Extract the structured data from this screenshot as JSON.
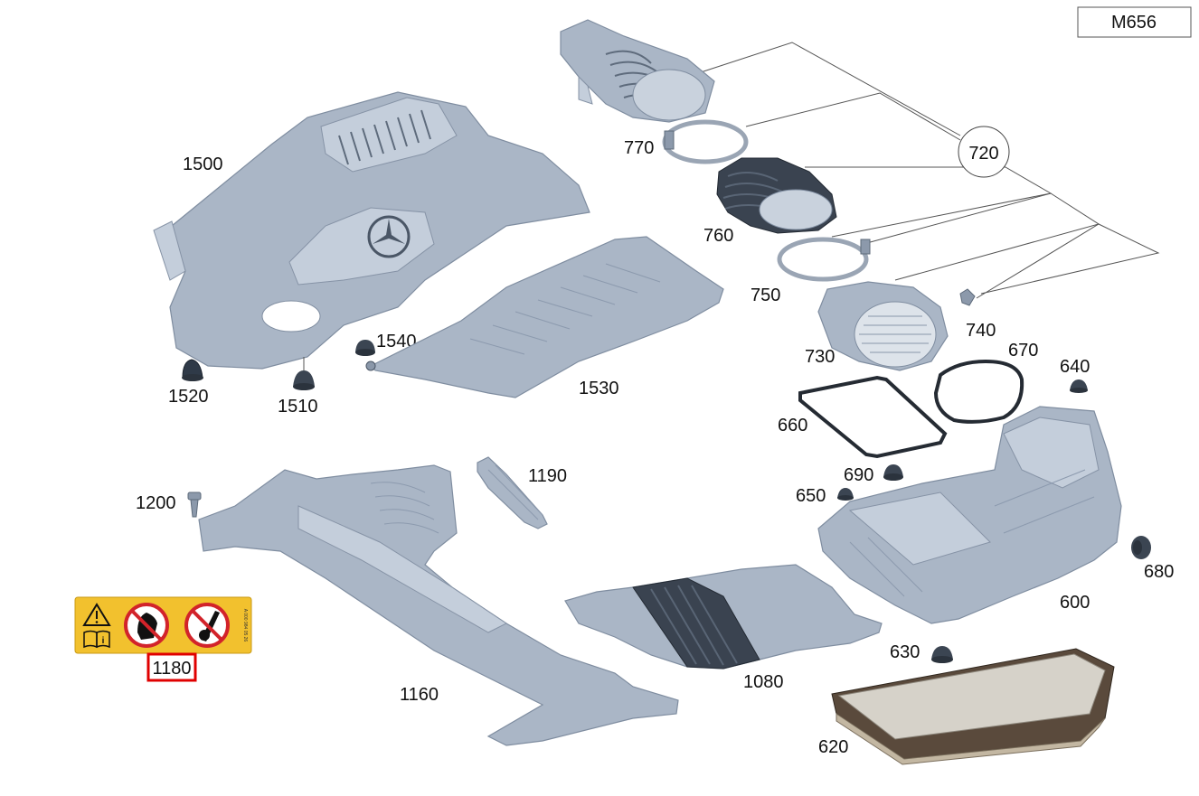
{
  "model_box": {
    "text": "M656"
  },
  "group_label": "720",
  "part_labels": {
    "p1500": "1500",
    "p1520": "1520",
    "p1510": "1510",
    "p1540": "1540",
    "p1530": "1530",
    "p770": "770",
    "p760": "760",
    "p750": "750",
    "p740": "740",
    "p730": "730",
    "p670": "670",
    "p640": "640",
    "p660": "660",
    "p690": "690",
    "p650": "650",
    "p680": "680",
    "p600": "600",
    "p630": "630",
    "p620": "620",
    "p1200": "1200",
    "p1190": "1190",
    "p1160": "1160",
    "p1080": "1080",
    "p1180": "1180"
  },
  "highlight": {
    "label": "1180",
    "color": "#e00000"
  },
  "colors": {
    "part_fill": "#aab6c6",
    "warning_label": "#f2c12e",
    "prohibit_red": "#d2232a"
  },
  "icons": [
    "warning-triangle-icon",
    "manual-book-icon",
    "no-hand-icon",
    "no-tool-icon"
  ]
}
